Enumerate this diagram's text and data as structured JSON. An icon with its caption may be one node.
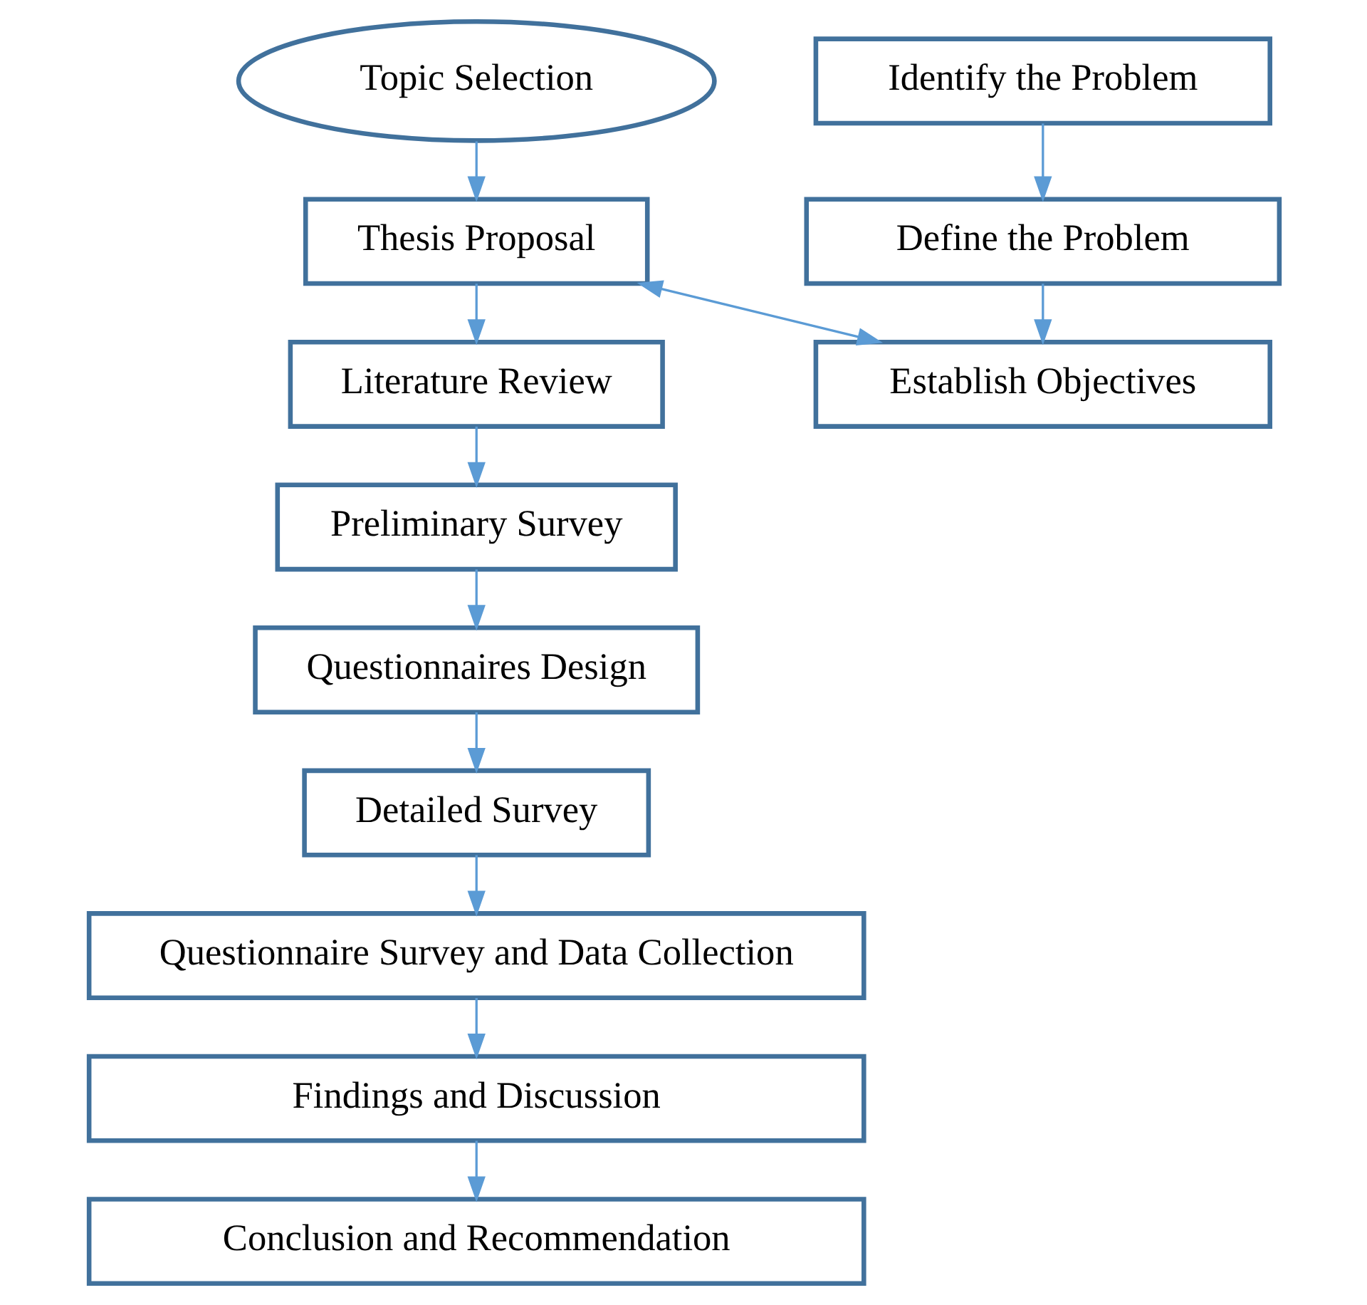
{
  "diagram": {
    "nodes": [
      {
        "text": [
          "Topic Selection"
        ]
      },
      {
        "text": [
          "Thesis Proposal"
        ]
      },
      {
        "text": [
          "Literature Review"
        ]
      },
      {
        "text": [
          "Preliminary Survey"
        ]
      },
      {
        "text": [
          "Questionnaires Design"
        ]
      },
      {
        "text": [
          "Detailed Survey"
        ]
      },
      {
        "text": [
          "Questionnaire Survey and Data Collection"
        ]
      },
      {
        "text": [
          "Findings and Discussion"
        ]
      },
      {
        "text": [
          "Conclusion and Recommendation"
        ]
      },
      {
        "text": [
          "Identify the Problem"
        ]
      },
      {
        "text": [
          "Define the Problem"
        ]
      },
      {
        "text": [
          "Establish Objectives"
        ]
      }
    ],
    "edges": [
      {
        "from": 0,
        "to": 1,
        "arrow": "to"
      },
      {
        "from": 1,
        "to": 2,
        "arrow": "to"
      },
      {
        "from": 2,
        "to": 3,
        "arrow": "to"
      },
      {
        "from": 3,
        "to": 4,
        "arrow": "to"
      },
      {
        "from": 4,
        "to": 5,
        "arrow": "to"
      },
      {
        "from": 5,
        "to": 6,
        "arrow": "to"
      },
      {
        "from": 6,
        "to": 7,
        "arrow": "to"
      },
      {
        "from": 7,
        "to": 8,
        "arrow": "to"
      },
      {
        "from": 9,
        "to": 10,
        "arrow": "to"
      },
      {
        "from": 10,
        "to": 11,
        "arrow": "to"
      },
      {
        "from": 1,
        "to": 11,
        "arrow": "both"
      }
    ]
  }
}
